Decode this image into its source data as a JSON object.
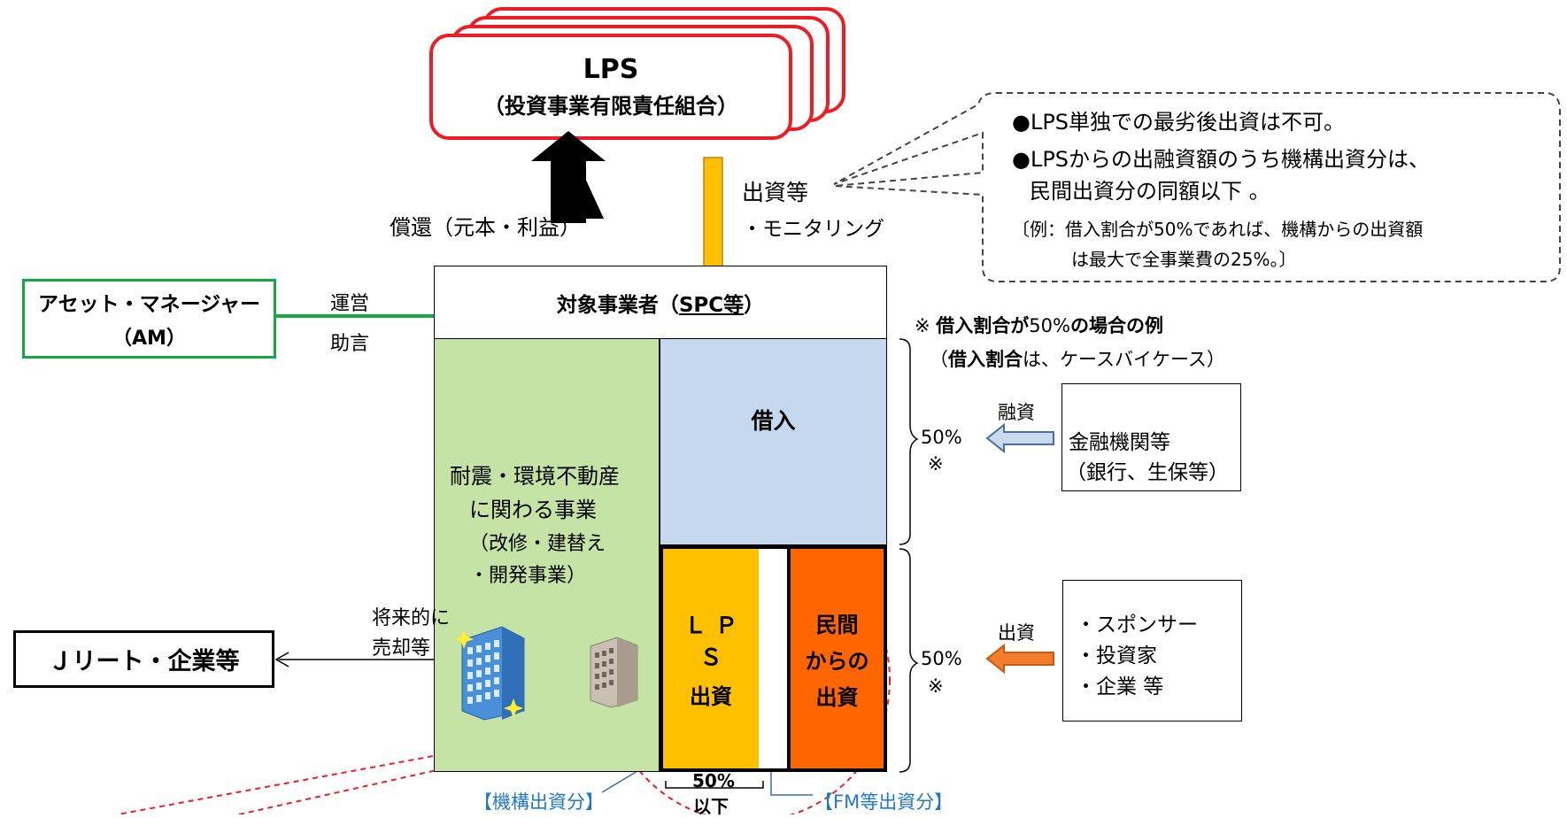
{
  "lps": {
    "title": "LPS",
    "subtitle": "（投資事業有限責任組合）"
  },
  "flows": {
    "repay": "償還（元本・利益）",
    "invest_line1": "出資等",
    "invest_line2": "・モニタリング"
  },
  "notes": {
    "line1": "●LPS単独での最劣後出資は不可。",
    "line2": "●LPSからの出融資額のうち機構出資分は、",
    "line3": "民間出資分の同額以下 。",
    "example_line1": "〔例：借入割合が50%であれば、機構からの出資額",
    "example_line2": "は最大で全事業費の25%。〕"
  },
  "am": {
    "line1": "アセット・マネージャー",
    "line2": "（AM）",
    "role1": "運営",
    "role2": "助言"
  },
  "spc": {
    "label_prefix": "対象事業者（",
    "label_underline": "SPC等",
    "label_suffix": "）"
  },
  "project": {
    "line1": "耐震・環境不動産",
    "line2": "に関わる事業",
    "line3": "（改修・建替え",
    "line4": "・開発事業）"
  },
  "sale": {
    "line1": "将来的に",
    "line2": "売却等"
  },
  "jreit": {
    "label": "Ｊリート・企業等"
  },
  "borrow": {
    "label": "借入"
  },
  "lps_invest": {
    "line1": "ＬＰＳ",
    "line2": "出資"
  },
  "private_invest": {
    "line1": "民間",
    "line2": "からの",
    "line3": "出資"
  },
  "ratio_note": {
    "line1_mark": "※ ",
    "line1_bold1": "借入割合が",
    "line1_num": "50%",
    "line1_bold2": "の場合の例",
    "line2_pre": "（",
    "line2_bold": "借入割合",
    "line2_post": "は、ケースバイケース）"
  },
  "upper_share": {
    "pct": "50%",
    "mark": "※",
    "flow_label": "融資"
  },
  "lower_share": {
    "pct": "50%",
    "mark": "※",
    "flow_label": "出資"
  },
  "lenders": {
    "line1": "金融機関等",
    "line2": "（銀行、生保等）"
  },
  "investors": {
    "line1": "・スポンサー",
    "line2": "・投資家",
    "line3": "・企業 等"
  },
  "bottom": {
    "kikou_label": "【機構出資分】",
    "fm_label": "【FM等出資分】",
    "limit_line1": "50%",
    "limit_line2": "以下"
  },
  "colors": {
    "red_border": "#ee1c25",
    "green_bg": "#c5e3a5",
    "blue_bg": "#c6d8ee",
    "yellow": "#ffc000",
    "orange": "#ff6600",
    "am_green": "#16a843",
    "arrow_blue_fill": "#c9d9ee",
    "arrow_orange_fill": "#f47c2c"
  }
}
